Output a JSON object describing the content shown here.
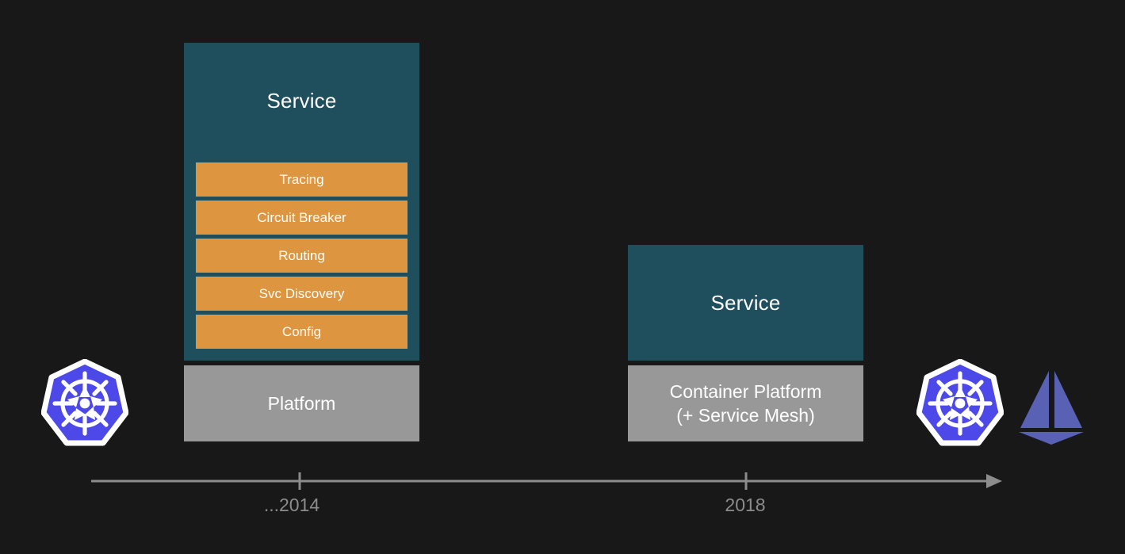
{
  "background_color": "#181818",
  "palette": {
    "service_teal": "#1F4E5C",
    "capability_orange": "#DD9540",
    "platform_gray": "#989898",
    "axis_gray": "#8C8C8C",
    "kubernetes_blue": "#4D49E8",
    "istio_blue": "#5861B4",
    "text_white": "#FFFFFF"
  },
  "left_stack": {
    "service_label": "Service",
    "capabilities": [
      {
        "label": "Tracing"
      },
      {
        "label": "Circuit Breaker"
      },
      {
        "label": "Routing"
      },
      {
        "label": "Svc Discovery"
      },
      {
        "label": "Config"
      }
    ],
    "platform_label": "Platform"
  },
  "right_stack": {
    "service_label": "Service",
    "platform_label": "Container Platform\n(+ Service Mesh)"
  },
  "logos": [
    {
      "name": "kubernetes-logo-left",
      "title": "Kubernetes"
    },
    {
      "name": "kubernetes-logo-right",
      "title": "Kubernetes"
    },
    {
      "name": "istio-logo",
      "title": "Istio"
    }
  ],
  "timeline": {
    "ticks": [
      {
        "label": "...2014"
      },
      {
        "label": "2018"
      }
    ],
    "direction": "arrow-right"
  },
  "chart_data": {
    "type": "diagram",
    "title": "Service capability ownership shifting from service to platform",
    "eras": [
      {
        "period": "...2014",
        "service_owned": [
          "Tracing",
          "Circuit Breaker",
          "Routing",
          "Svc Discovery",
          "Config"
        ],
        "platform": "Platform",
        "platform_tech": [
          "Kubernetes"
        ]
      },
      {
        "period": "2018",
        "service_owned": [],
        "platform": "Container Platform (+ Service Mesh)",
        "platform_tech": [
          "Kubernetes",
          "Istio"
        ]
      }
    ]
  }
}
